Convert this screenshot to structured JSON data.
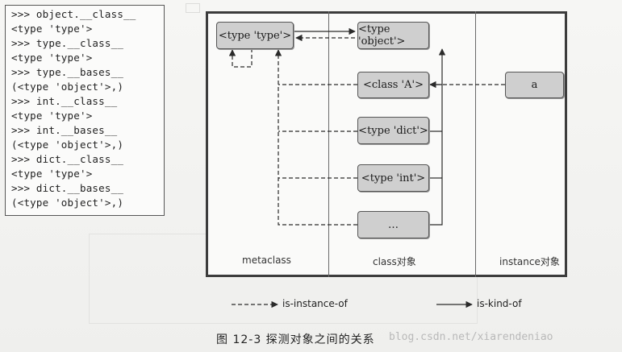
{
  "code_panel": {
    "lines": [
      ">>> object.__class__",
      "<type 'type'>",
      ">>> type.__class__",
      "<type 'type'>",
      ">>> type.__bases__",
      "(<type 'object'>,)",
      ">>> int.__class__",
      "<type 'type'>",
      ">>> int.__bases__",
      "(<type 'object'>,)",
      ">>> dict.__class__",
      "<type 'type'>",
      ">>> dict.__bases__",
      "(<type 'object'>,)"
    ]
  },
  "diagram": {
    "columns": {
      "metaclass": "metaclass",
      "class": "class对象",
      "instance": "instance对象"
    },
    "nodes": {
      "type_type": "<type 'type'>",
      "type_object": "<type 'object'>",
      "class_a": "<class 'A'>",
      "type_dict": "<type 'dict'>",
      "type_int": "<type 'int'>",
      "ellipsis": "…",
      "instance_a": "a"
    }
  },
  "legend": {
    "instance_of": "is-instance-of",
    "kind_of": "is-kind-of"
  },
  "caption": {
    "text": "图 12-3   探测对象之间的关系",
    "watermark": "blog.csdn.net/xiarendeniao"
  }
}
